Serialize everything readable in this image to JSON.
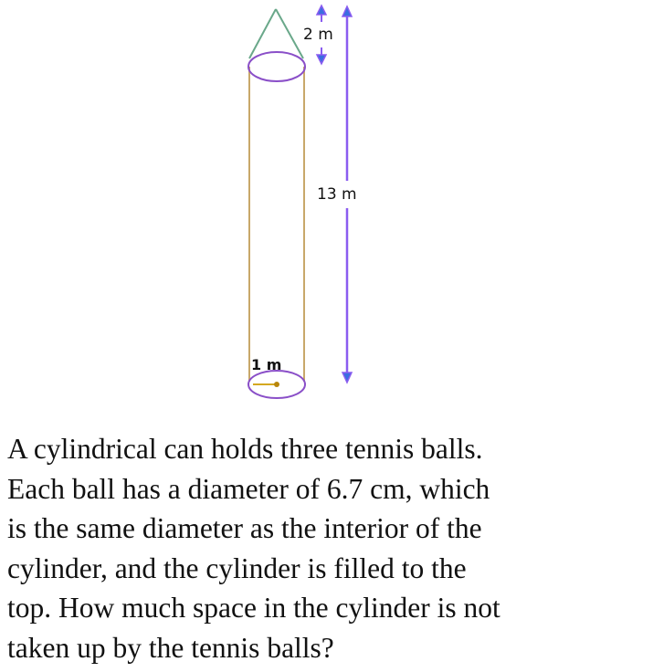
{
  "diagram": {
    "type": "cylinder with cone on top",
    "labels": {
      "cone_height": "2 m",
      "cylinder_height": "13 m",
      "radius": "1 m"
    },
    "colors": {
      "cone_edges": "#6aa88a",
      "cylinder_sides": "#c8a86a",
      "ellipses": "#8a4fc8",
      "dimension_arrows": "#8a5cf0",
      "arrowhead_fill": "#3a6ee0",
      "radius_line": "#d4a820"
    }
  },
  "problem": {
    "lines": [
      "A cylindrical can holds three tennis balls.",
      "Each ball has a diameter of 6.7 cm, which",
      "is the same diameter as the interior of the",
      "cylinder, and the cylinder is filled to the",
      "top. How much space in the cylinder is not",
      "taken up by the tennis balls?"
    ]
  }
}
